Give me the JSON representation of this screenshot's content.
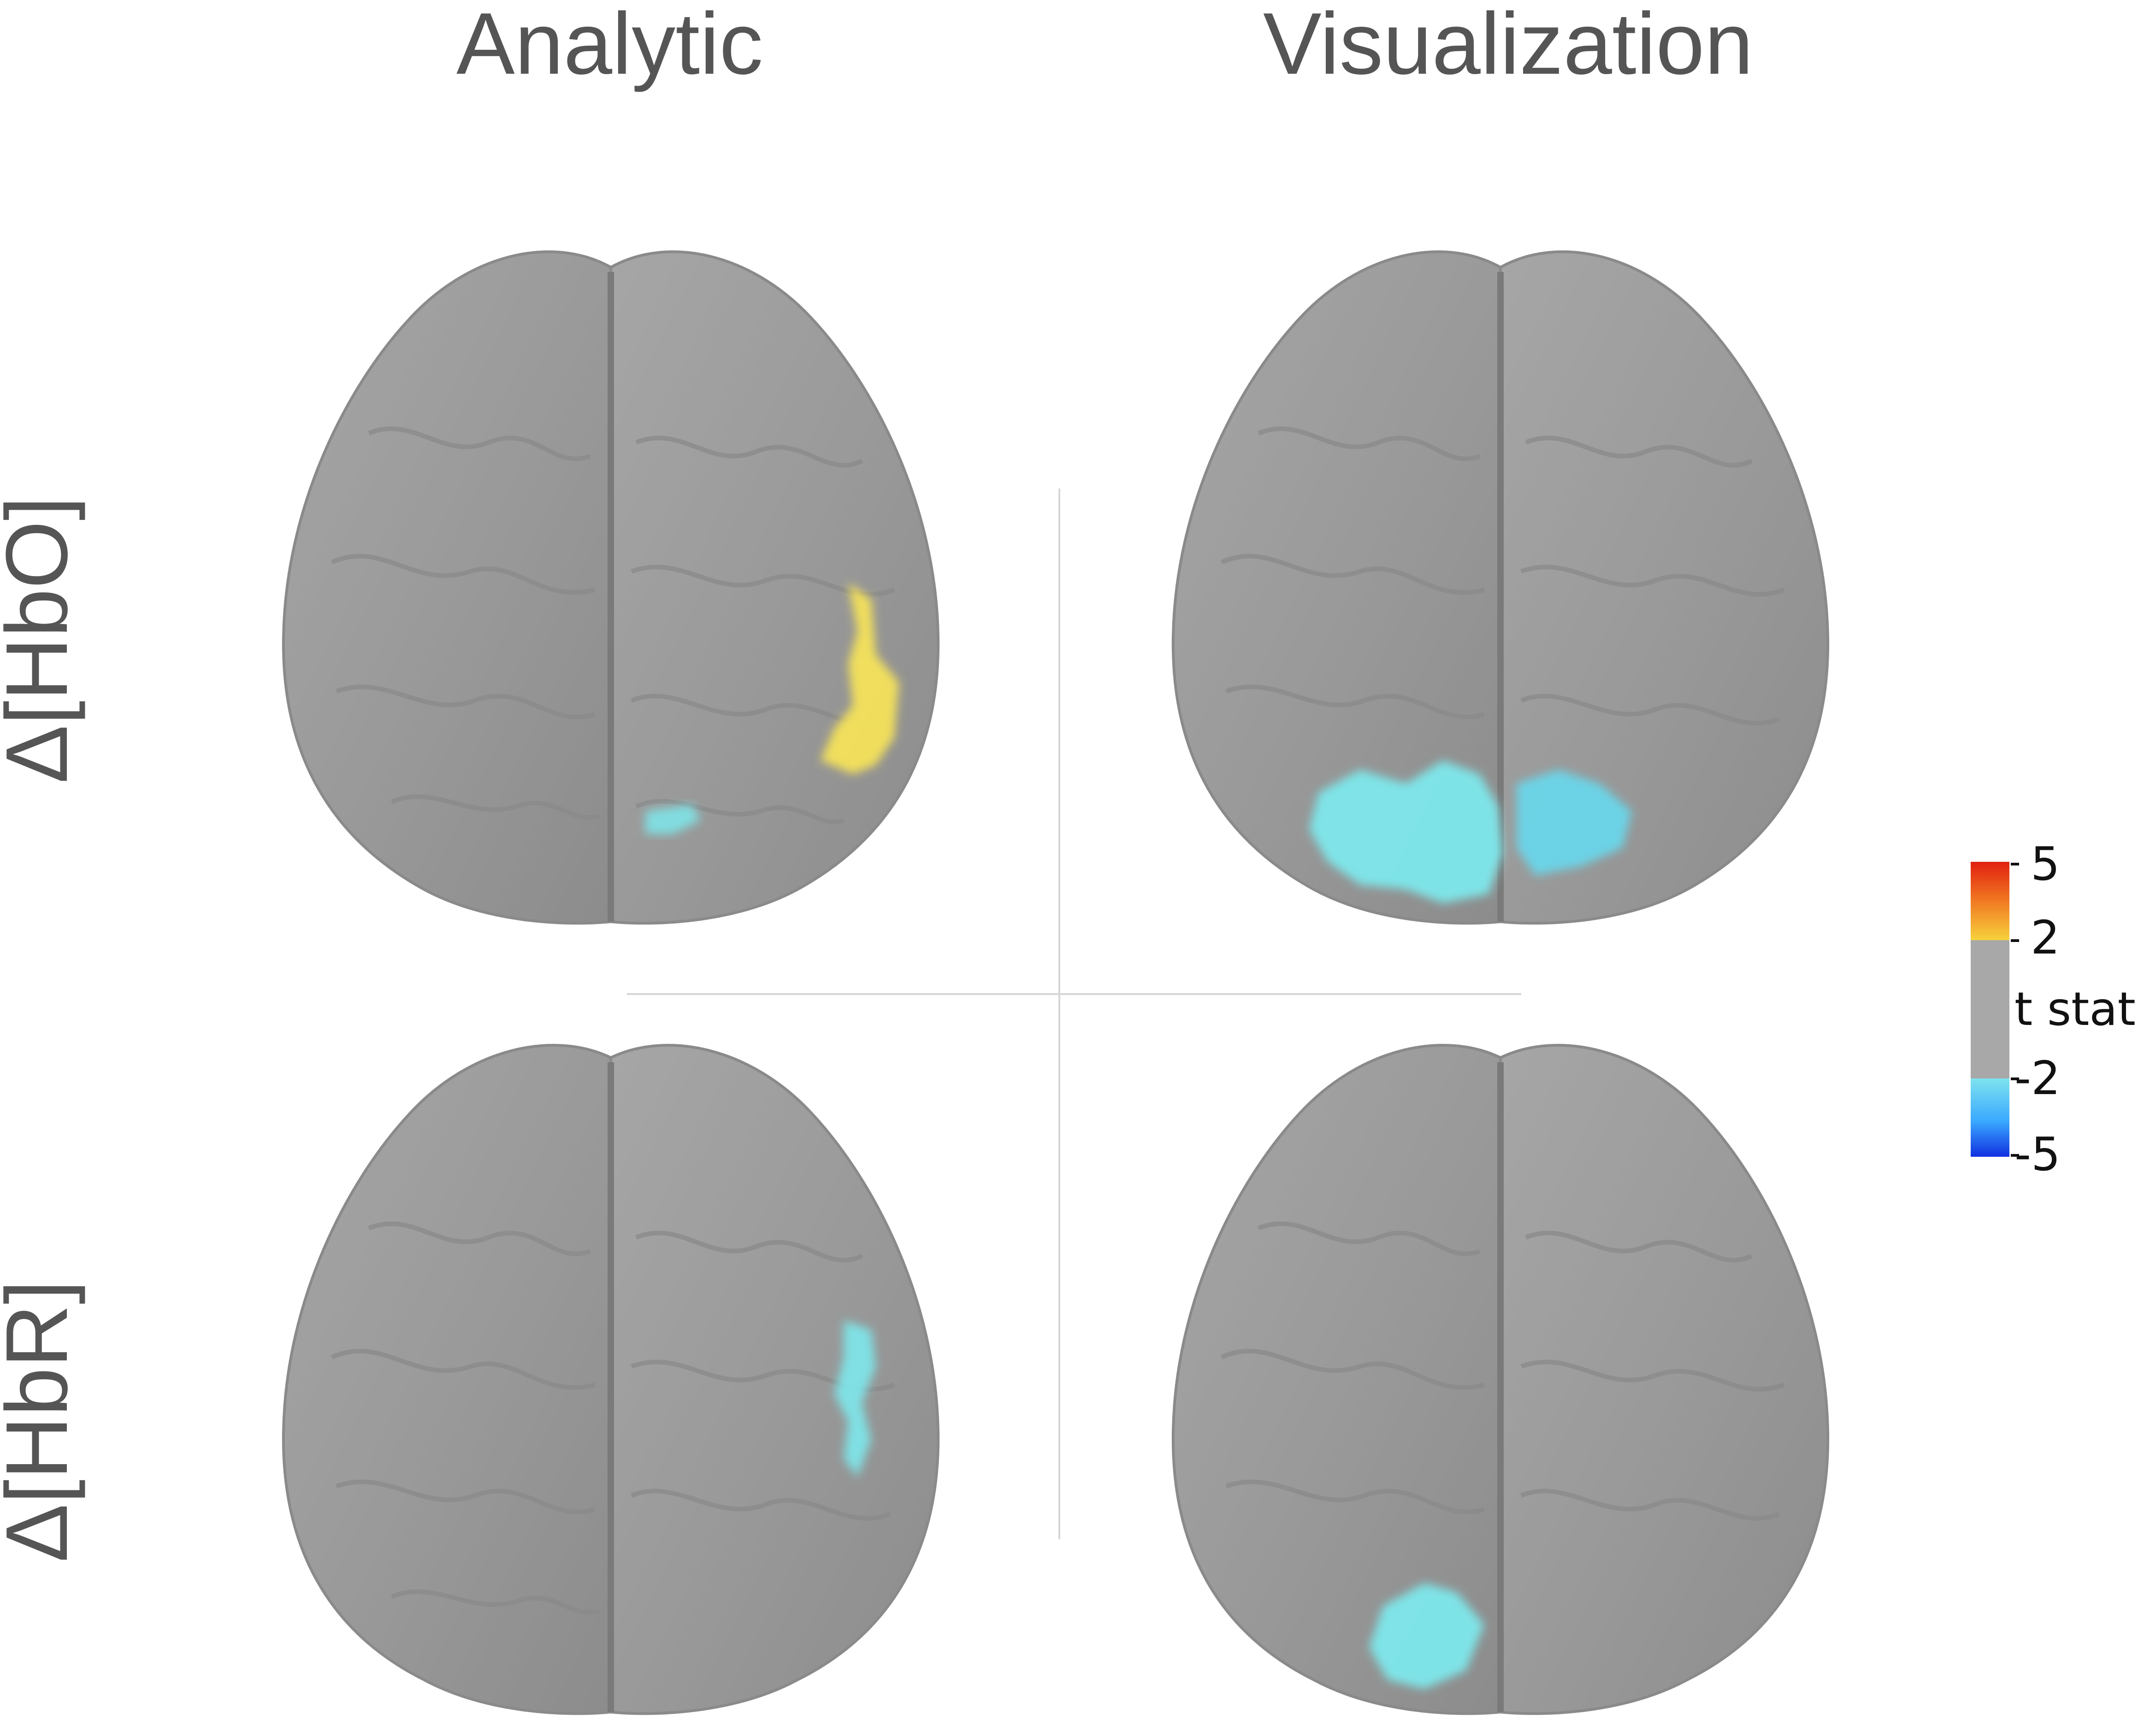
{
  "columns": {
    "left": "Analytic",
    "right": "Visualization"
  },
  "rows": {
    "top": "Δ[HbO]",
    "bottom": "Δ[HbR]"
  },
  "colorbar": {
    "label": "t stat",
    "ticks": [
      "5",
      "2",
      "-2",
      "-5"
    ],
    "colors": {
      "high": "#e02010",
      "mid_high": "#f7d23c",
      "neutral": "#a8a8a8",
      "mid_low": "#7ee3ee",
      "low": "#1030e0"
    }
  },
  "colors": {
    "brain": "#9a9a9a",
    "positive": "#f5e25a",
    "negative": "#7ee8ec"
  }
}
